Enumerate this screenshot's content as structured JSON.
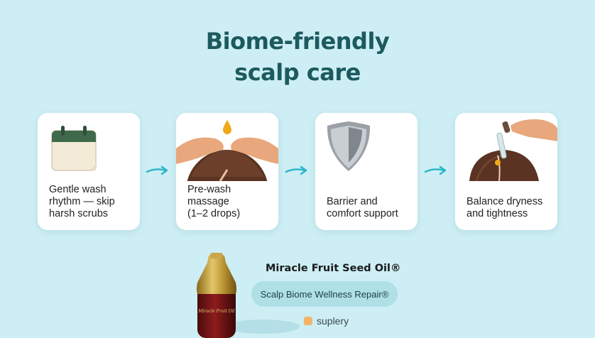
{
  "title": {
    "line1": "Biome-friendly",
    "line2": "scalp care"
  },
  "steps": [
    {
      "icon": "calendar-icon",
      "lines": [
        "Gentle wash",
        "rhythm — skip",
        "harsh scrubs"
      ]
    },
    {
      "icon": "scalp-massage-icon",
      "lines": [
        "Pre-wash",
        "massage",
        "(1–2 drops)"
      ]
    },
    {
      "icon": "shield-icon",
      "lines": [
        "Barrier and",
        "comfort support"
      ]
    },
    {
      "icon": "dropper-icon",
      "lines": [
        "Balance dryness",
        "and tightness"
      ]
    }
  ],
  "product": {
    "name": "Miracle Fruit Seed Oil®",
    "tagline": "Scalp Biome Wellness Repair®",
    "bottle_label": "Miracle Fruit Oil"
  },
  "brand": "suplery",
  "colors": {
    "background": "#cdeef4",
    "title": "#1c5a5e",
    "arrow": "#27b6c8",
    "pill": "#aee0e6"
  }
}
